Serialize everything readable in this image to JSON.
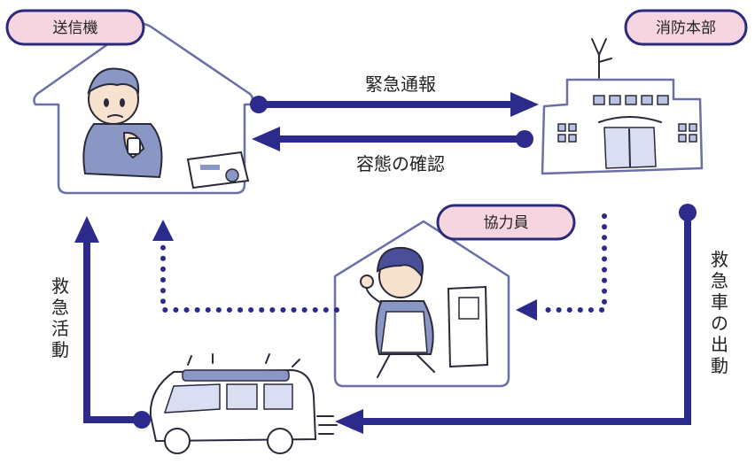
{
  "nodes": {
    "transmitter": "送信機",
    "fire_hq": "消防本部",
    "helper": "協力員"
  },
  "labels": {
    "emergency_report": "緊急通報",
    "condition_check": "容態の確認",
    "ambulance_dispatch_chars": [
      "救",
      "急",
      "車",
      "の",
      "出",
      "動"
    ],
    "rescue_activity_chars": [
      "救",
      "急",
      "活",
      "動"
    ]
  },
  "colors": {
    "arrow": "#2c2a8a",
    "pill_fill": "#f6d5e1",
    "house_stroke": "#6a6fa8"
  }
}
